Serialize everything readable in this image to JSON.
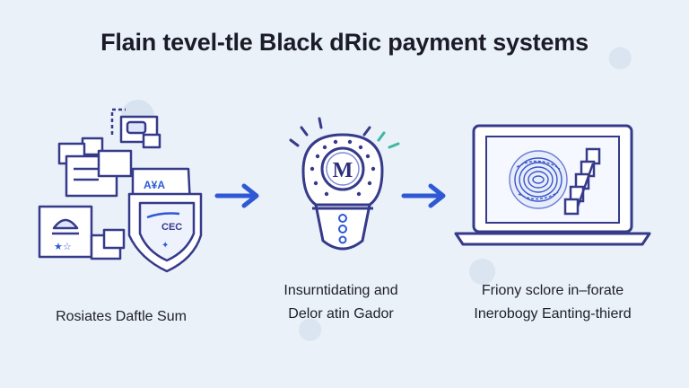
{
  "title": "Flain tevel-tle Black dRic payment systems",
  "steps": [
    {
      "caption_lines": [
        "Rosiates Daftle Sum"
      ],
      "icon": "documents-shields-icon",
      "badge_texts": [
        "A¥A",
        "CEC"
      ]
    },
    {
      "caption_lines": [
        "Insurntidating and",
        "Delor atin Gador"
      ],
      "icon": "lightbulb-brain-icon",
      "badge_texts": [
        "M"
      ]
    },
    {
      "caption_lines": [
        "Friony sclore in–forate",
        "Inerobogy Eanting-thierd"
      ],
      "icon": "laptop-fingerprint-icon",
      "badge_texts": []
    }
  ],
  "colors": {
    "accent_blue": "#2f59d4",
    "outline_navy": "#353a8a",
    "teal_spark": "#3fb7a3"
  }
}
